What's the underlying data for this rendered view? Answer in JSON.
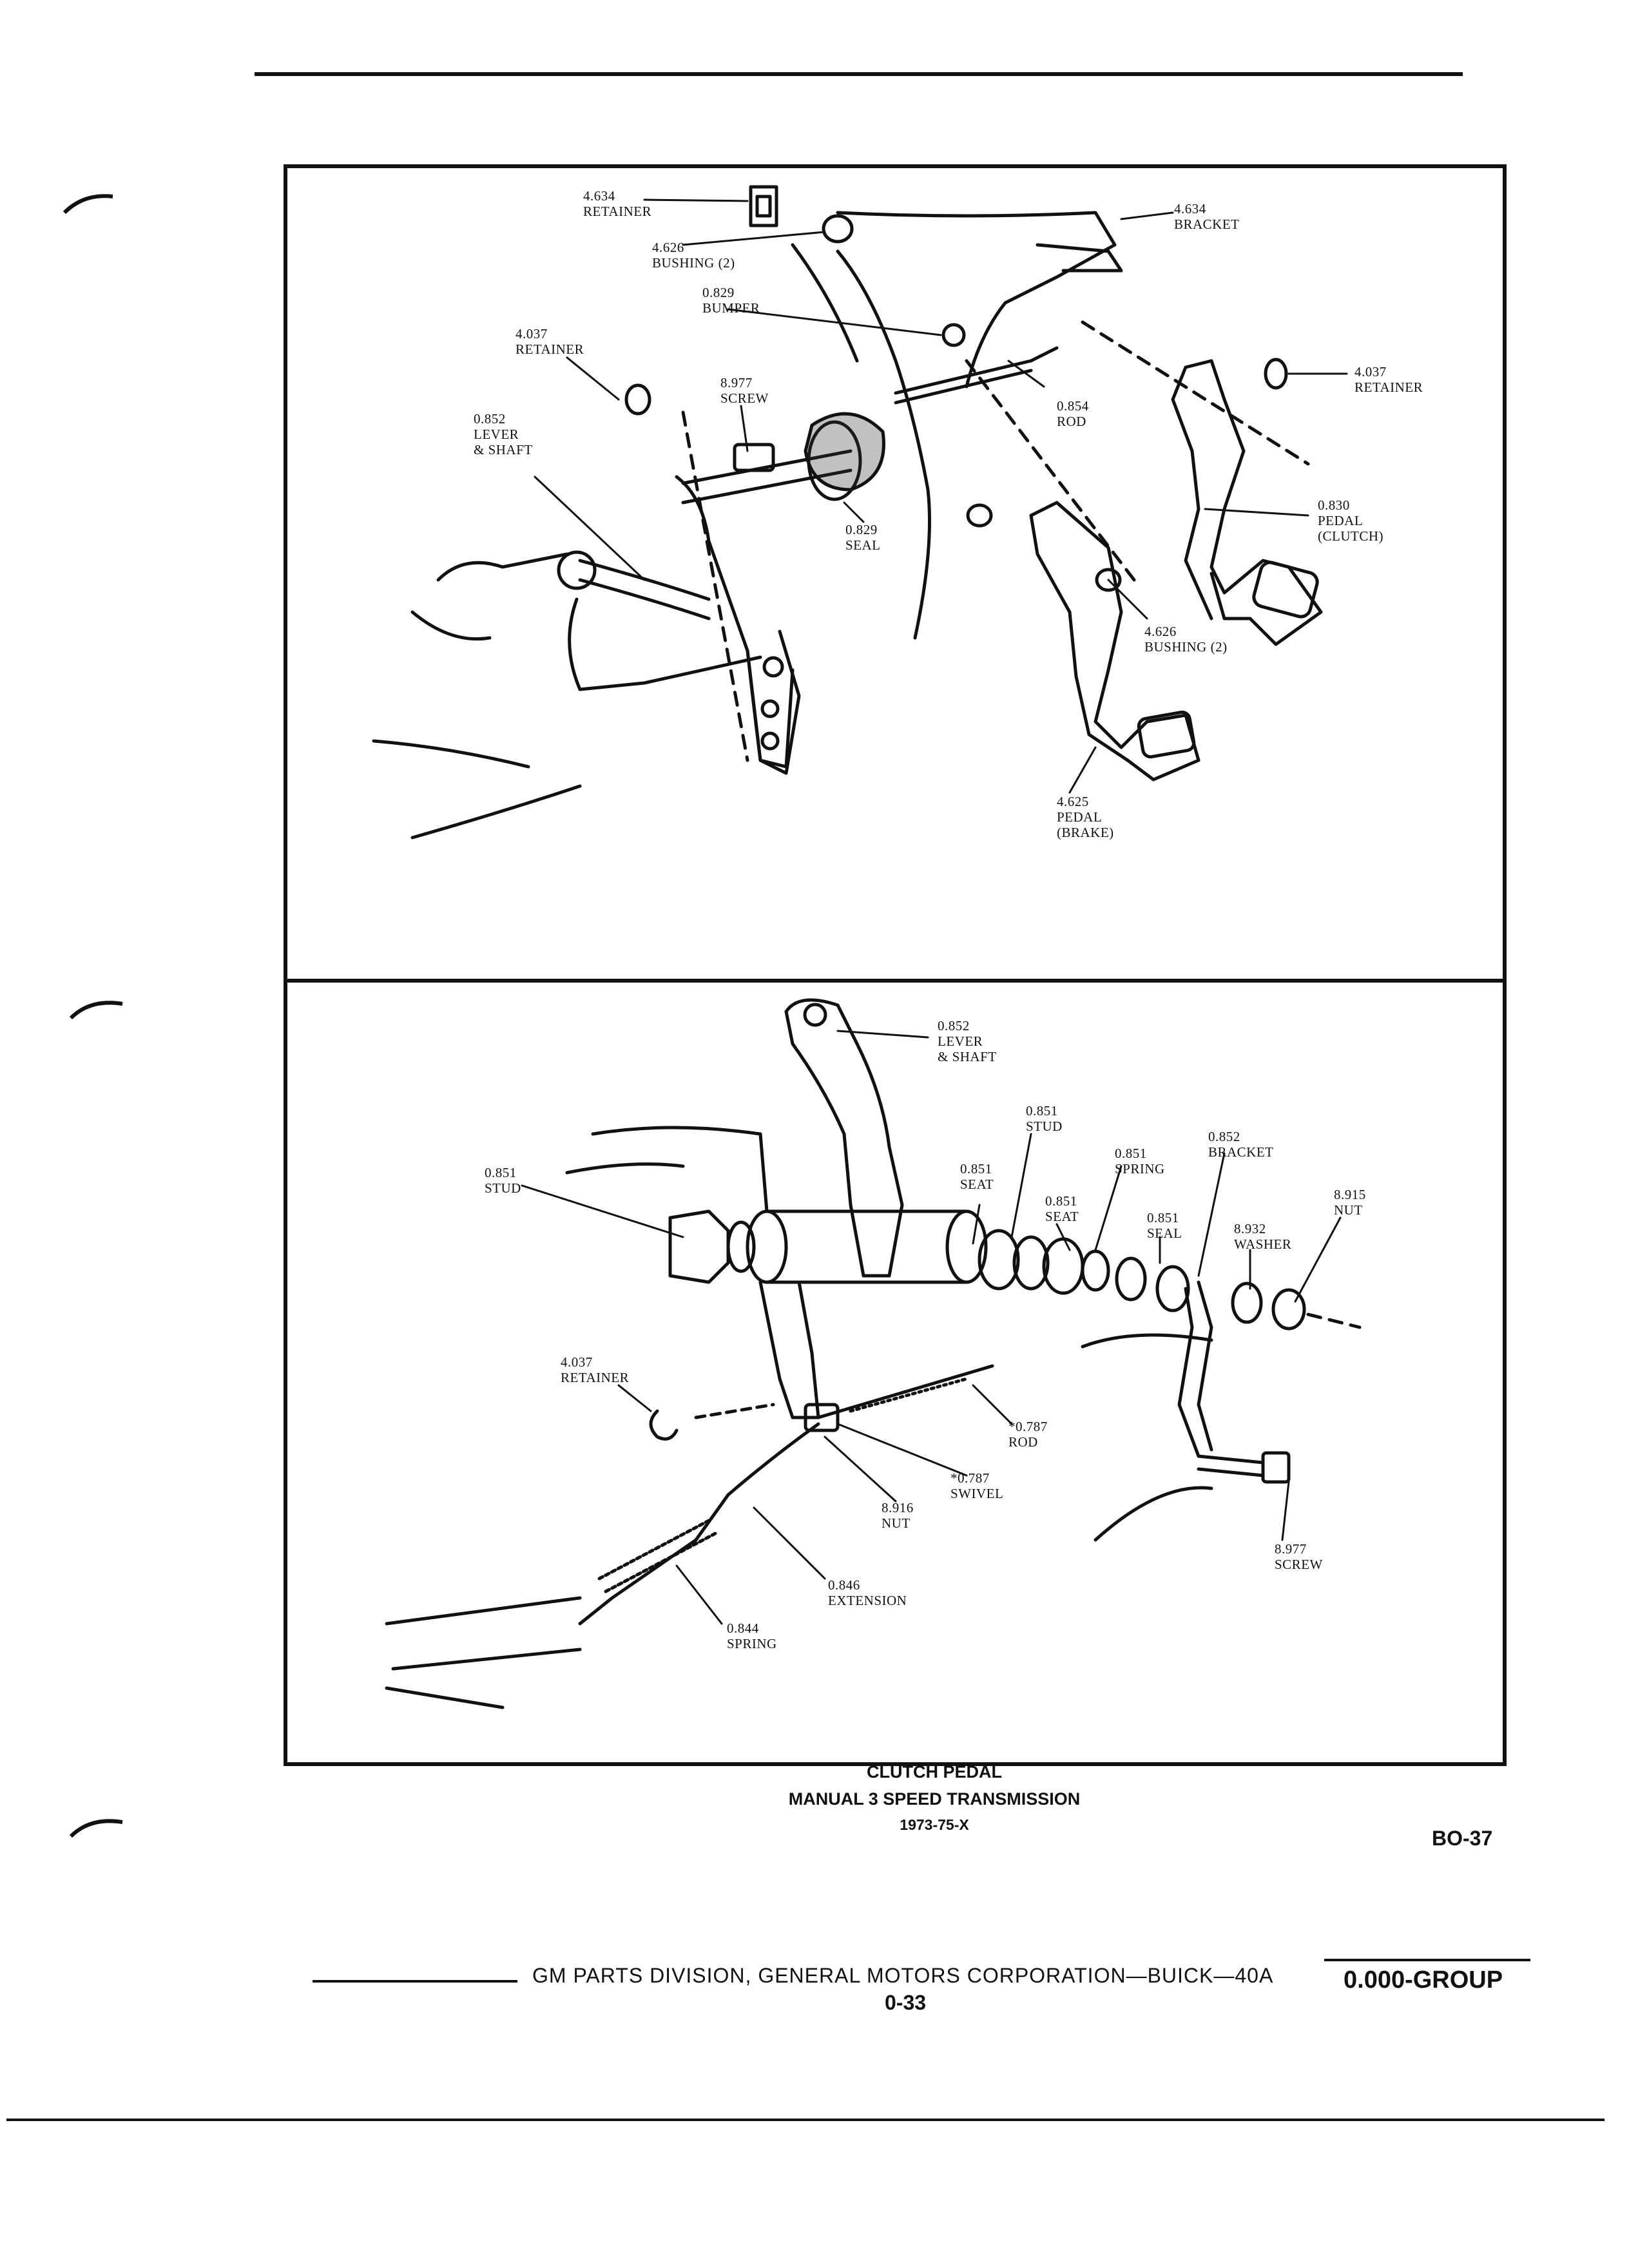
{
  "top_labels": [
    {
      "id": "retainer-top",
      "num": "4.634",
      "name": "RETAINER"
    },
    {
      "id": "bushing-top",
      "num": "4.626",
      "name": "BUSHING (2)"
    },
    {
      "id": "bumper",
      "num": "0.829",
      "name": "BUMPER"
    },
    {
      "id": "bracket-top",
      "num": "4.634",
      "name": "BRACKET"
    },
    {
      "id": "retainer-left",
      "num": "4.037",
      "name": "RETAINER"
    },
    {
      "id": "screw-top",
      "num": "8.977",
      "name": "SCREW"
    },
    {
      "id": "rod-top",
      "num": "0.854",
      "name": "ROD"
    },
    {
      "id": "retainer-right",
      "num": "4.037",
      "name": "RETAINER"
    },
    {
      "id": "lever-shaft-top",
      "num": "0.852",
      "name": "LEVER",
      "name2": "& SHAFT"
    },
    {
      "id": "seal-top",
      "num": "0.829",
      "name": "SEAL"
    },
    {
      "id": "pedal-clutch",
      "num": "0.830",
      "name": "PEDAL",
      "name2": "(CLUTCH)"
    },
    {
      "id": "bushing-mid",
      "num": "4.626",
      "name": "BUSHING (2)"
    },
    {
      "id": "pedal-brake",
      "num": "4.625",
      "name": "PEDAL",
      "name2": "(BRAKE)"
    }
  ],
  "bottom_labels": [
    {
      "id": "lever-shaft-bot",
      "num": "0.852",
      "name": "LEVER",
      "name2": "& SHAFT"
    },
    {
      "id": "stud-mid",
      "num": "0.851",
      "name": "STUD"
    },
    {
      "id": "bracket-bot",
      "num": "0.852",
      "name": "BRACKET"
    },
    {
      "id": "stud-left",
      "num": "0.851",
      "name": "STUD"
    },
    {
      "id": "seat-1",
      "num": "0.851",
      "name": "SEAT"
    },
    {
      "id": "spring-top",
      "num": "0.851",
      "name": "SPRING"
    },
    {
      "id": "nut-right",
      "num": "8.915",
      "name": "NUT"
    },
    {
      "id": "seat-2",
      "num": "0.851",
      "name": "SEAT"
    },
    {
      "id": "seal-bot",
      "num": "0.851",
      "name": "SEAL"
    },
    {
      "id": "washer",
      "num": "8.932",
      "name": "WASHER"
    },
    {
      "id": "retainer-bot",
      "num": "4.037",
      "name": "RETAINER"
    },
    {
      "id": "rod-bot",
      "num": "*0.787",
      "name": "ROD"
    },
    {
      "id": "swivel",
      "num": "*0.787",
      "name": "SWIVEL"
    },
    {
      "id": "nut-bot",
      "num": "8.916",
      "name": "NUT"
    },
    {
      "id": "screw-bot",
      "num": "8.977",
      "name": "SCREW"
    },
    {
      "id": "extension",
      "num": "0.846",
      "name": "EXTENSION"
    },
    {
      "id": "spring-bot",
      "num": "0.844",
      "name": "SPRING"
    }
  ],
  "caption": {
    "line1": "CLUTCH PEDAL",
    "line2": "MANUAL 3 SPEED TRANSMISSION",
    "line3": "1973-75-X"
  },
  "page_code": "BO-37",
  "footer": {
    "publisher": "GM PARTS DIVISION, GENERAL MOTORS CORPORATION—BUICK—40A",
    "page_number": "0-33",
    "group": "0.000-GROUP"
  }
}
